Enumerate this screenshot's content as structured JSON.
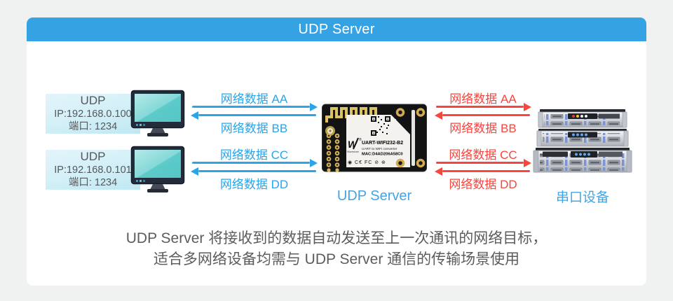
{
  "header": {
    "title": "UDP Server"
  },
  "clients": [
    {
      "protocol": "UDP",
      "ip": "IP:192.168.0.100",
      "port": "端口: 1234"
    },
    {
      "protocol": "UDP",
      "ip": "IP:192.168.0.101",
      "port": "端口: 1234"
    }
  ],
  "links": {
    "blue": [
      {
        "forward": "网络数据 AA",
        "back": "网络数据 BB"
      },
      {
        "forward": "网络数据 CC",
        "back": "网络数据 DD"
      }
    ],
    "red": [
      {
        "forward": "网络数据 AA",
        "back": "网络数据 BB"
      },
      {
        "forward": "网络数据 CC",
        "back": "网络数据 DD"
      }
    ]
  },
  "module": {
    "caption": "UDP Server",
    "reg_mark": "®",
    "model": "UART-WIFI232-B2",
    "subtitle": "UART to WiFi converter",
    "mac": "MAC:D4AD206A58C0",
    "logo_text": "W",
    "logo_caption": "Waveshare",
    "silkscreen": ".232",
    "cert_marks": "◉ C€ FC ⊘ ⊛"
  },
  "serial_device": {
    "caption": "串口设备"
  },
  "description": {
    "line1": "UDP Server 将接收到的数据自动发送至上一次通讯的网络目标，",
    "line2": "适合多网络设备均需与 UDP Server 通信的传输场景使用"
  },
  "colors": {
    "header_blue": "#35a3e3",
    "link_blue": "#2ba4e8",
    "link_red": "#f8453e",
    "caption_blue": "#42a4e5",
    "screen_teal": "#63cccc",
    "panel_bg": "#ffffff",
    "page_bg": "#f0f1f1"
  }
}
